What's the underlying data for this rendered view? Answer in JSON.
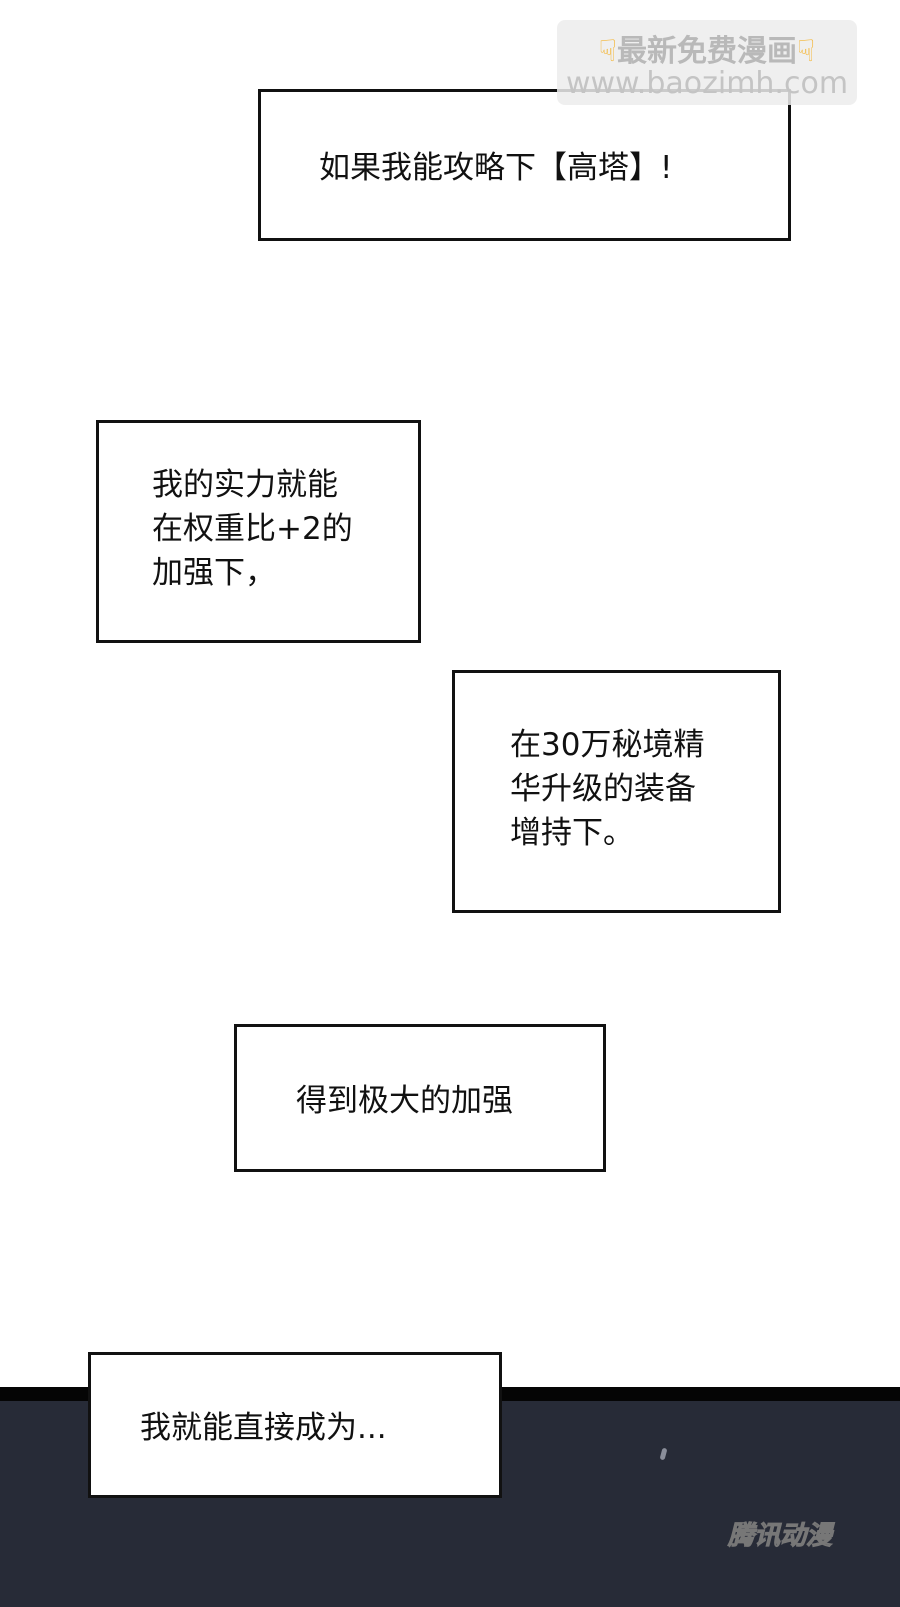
{
  "watermark": {
    "title": "最新免费漫画",
    "url": "www.baozimh.com",
    "icon": "pointing-down-hand-icon"
  },
  "captions": [
    "如果我能攻略下【高塔】!",
    "我的实力就能\n在权重比+2的\n加强下，",
    "在30万秘境精\n华升级的装备\n增持下。",
    "得到极大的加强",
    "我就能直接成为..."
  ],
  "publisher_watermark": "腾讯动漫"
}
